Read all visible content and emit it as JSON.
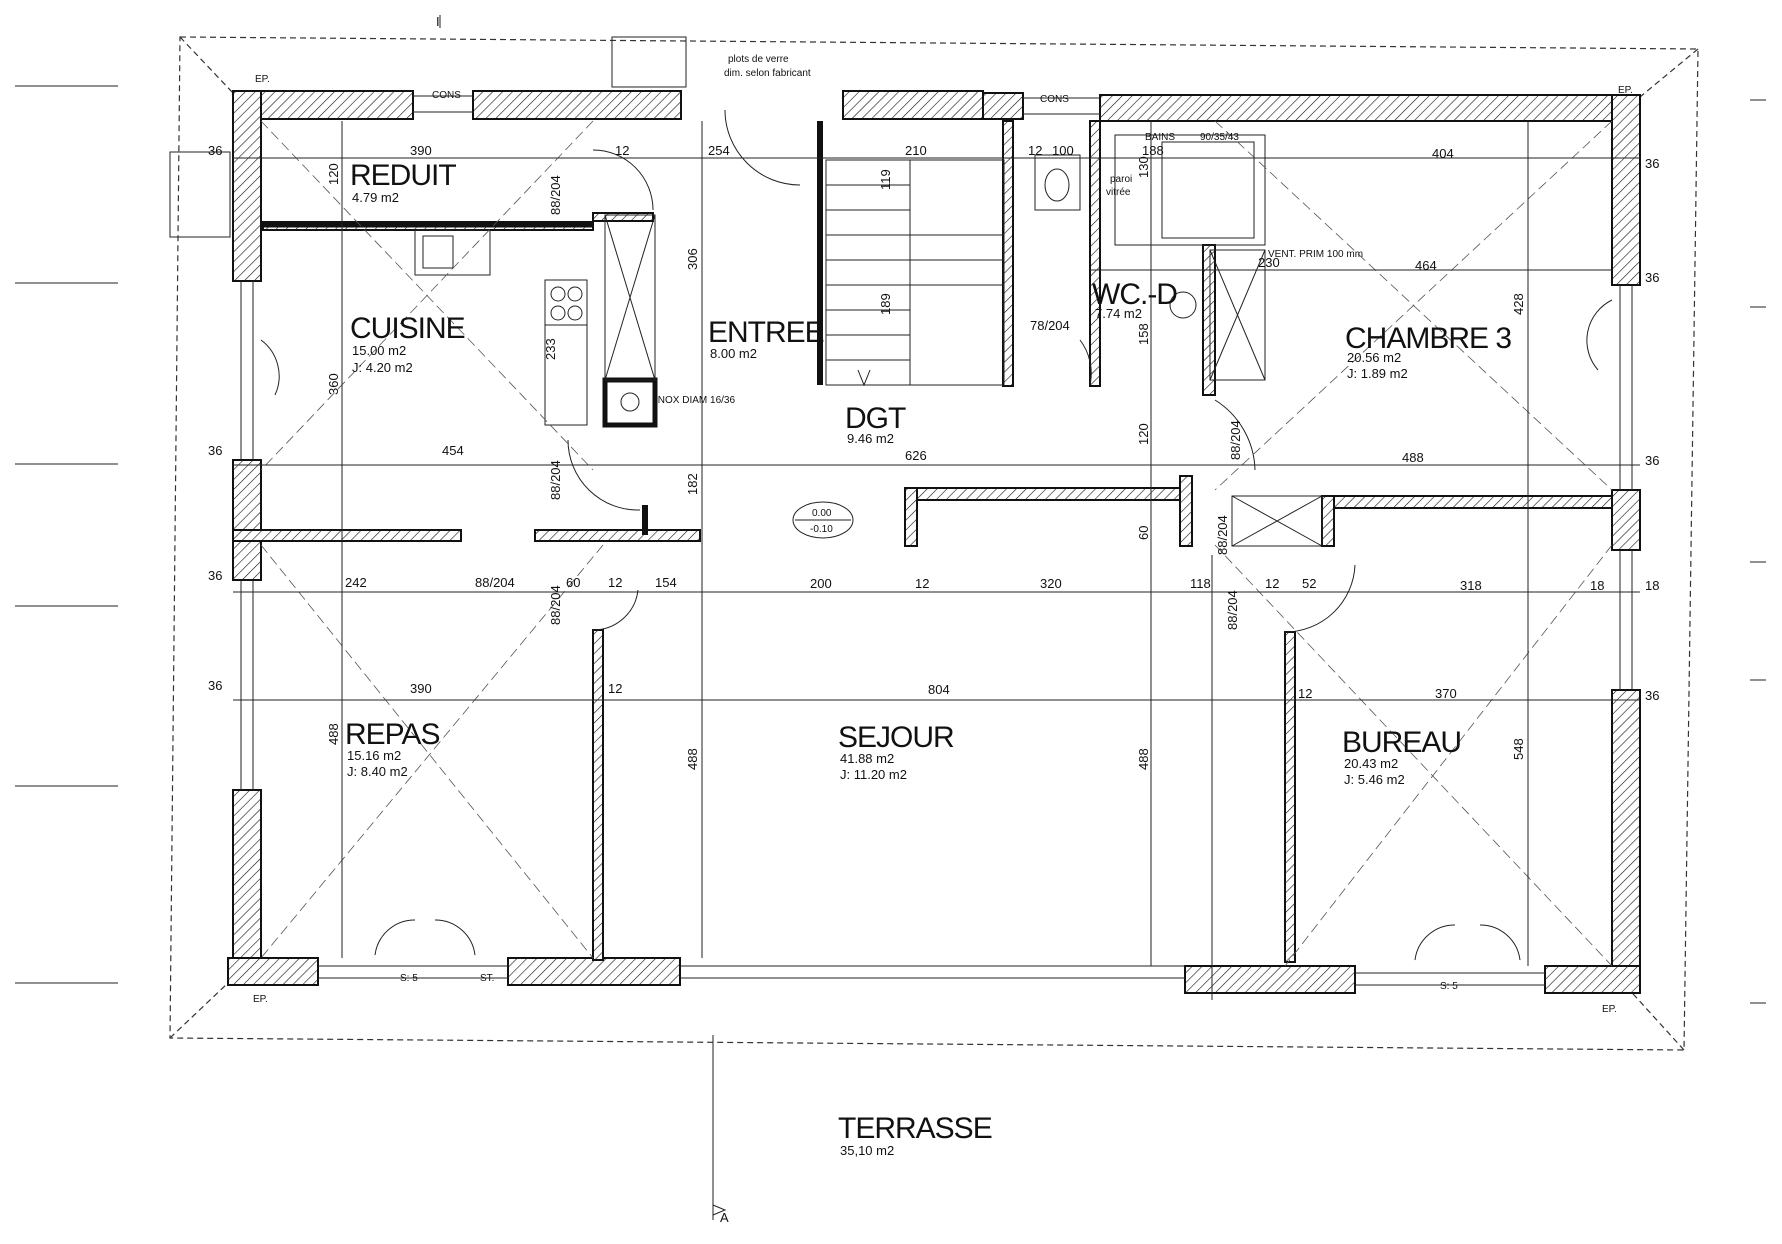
{
  "rooms": {
    "reduit": {
      "name": "REDUIT",
      "area": "4.79  m2"
    },
    "cuisine": {
      "name": "CUISINE",
      "area": "15.00  m2",
      "sub": "J: 4.20  m2"
    },
    "entree": {
      "name": "ENTREE",
      "area": "8.00  m2"
    },
    "dgt": {
      "name": "DGT",
      "area": "9.46  m2"
    },
    "wc": {
      "name": "WC.-D",
      "area": "7.74  m2"
    },
    "chambre3": {
      "name": "CHAMBRE  3",
      "area": "20.56  m2",
      "sub": "J: 1.89  m2"
    },
    "repas": {
      "name": "REPAS",
      "area": "15.16  m2",
      "sub": "J: 8.40  m2"
    },
    "sejour": {
      "name": "SEJOUR",
      "area": "41.88  m2",
      "sub": "J: 11.20  m2"
    },
    "bureau": {
      "name": "BUREAU",
      "area": "20.43  m2",
      "sub": "J: 5.46  m2"
    },
    "terrasse": {
      "name": "TERRASSE",
      "area": "35,10  m2"
    }
  },
  "notes": {
    "glass_1": "plots de verre",
    "glass_2": "dim. selon fabricant",
    "vent": "VENT. PRIM 100 mm",
    "inox": "INOX DIAM 16/36",
    "paroi_1": "paroi",
    "paroi_2": "vitrée",
    "bain_1": "BAINS",
    "bain_2": "90/35/43",
    "level_top": "0.00",
    "level_bottom": "-0.10",
    "section_mark": "A",
    "tick_mark": "I",
    "ep": "EP."
  },
  "dims": {
    "top_390": "390",
    "top_254": "254",
    "top_210": "210",
    "top_100": "100",
    "top_188": "188",
    "top_404": "404",
    "top_12a": "12",
    "top_12b": "12",
    "v_120": "120",
    "v_360": "360",
    "v_233": "233",
    "v_306": "306",
    "v_119": "119",
    "v_189": "189",
    "v_130": "130",
    "v_158": "158",
    "v_428": "428",
    "v_182": "182",
    "v_120b": "120",
    "v_60": "60",
    "v_488a": "488",
    "v_488b": "488",
    "v_488c": "488",
    "v_548": "548",
    "v_88_204a": "88/204",
    "v_88_204b": "88/204",
    "v_88_204c": "88/204",
    "v_88_204d": "88/204",
    "v_88_204e": "88/204",
    "v_88_204f": "88/204",
    "r_230": "230",
    "r_464": "464",
    "r_78_204": "78/204",
    "m_454": "454",
    "m_626": "626",
    "m_488": "488",
    "b_242": "242",
    "b_88_204": "88/204",
    "b_60": "60",
    "b_12a": "12",
    "b_154": "154",
    "b_200": "200",
    "b_12b": "12",
    "b_320": "320",
    "b_118": "118",
    "b_12c": "12",
    "b_52": "52",
    "b_318": "318",
    "b_18": "18",
    "l_390": "390",
    "l_804": "804",
    "l_370": "370",
    "l_12a": "12",
    "l_12b": "12",
    "w_36": "36",
    "w_18": "18",
    "w_3_5": "S: 5",
    "w_st": "ST.",
    "w_cons": "CONS"
  }
}
